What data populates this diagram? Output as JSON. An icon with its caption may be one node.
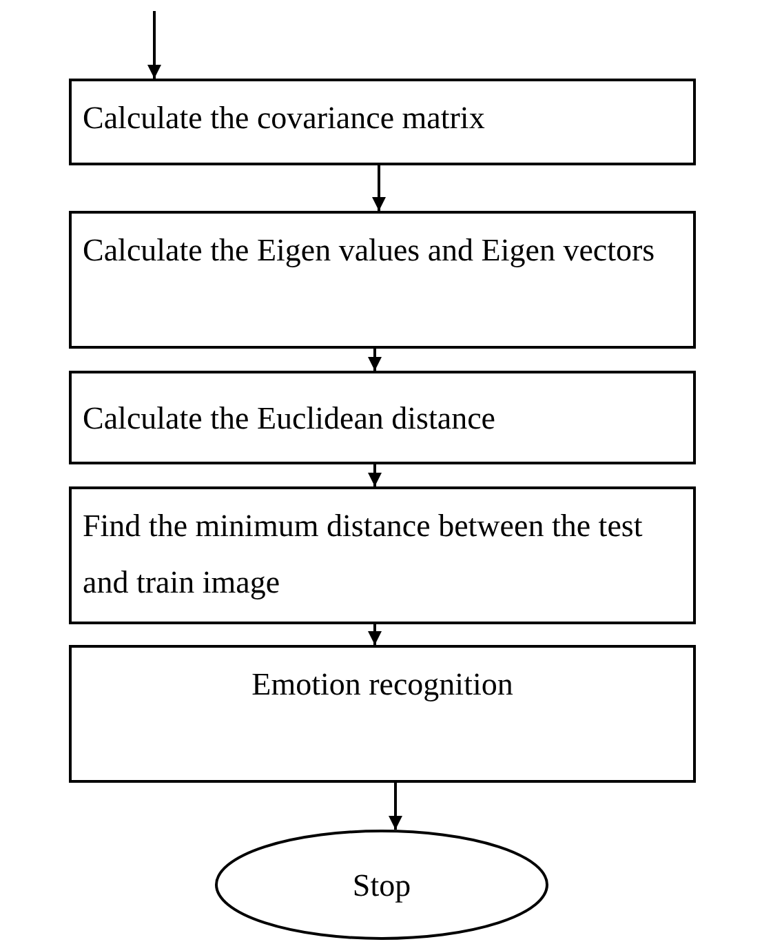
{
  "diagram": {
    "nodes": [
      {
        "text": [
          "Calculate the covariance matrix"
        ]
      },
      {
        "text": [
          "Calculate the Eigen values and Eigen vectors"
        ]
      },
      {
        "text": [
          "Calculate the Euclidean distance"
        ]
      },
      {
        "text": [
          "Find the minimum distance between the test and train image"
        ]
      },
      {
        "text": [
          "Emotion recognition"
        ]
      },
      {
        "text": [
          "Stop"
        ]
      }
    ],
    "edges": [
      {
        "from": null,
        "to": 0,
        "arrow": "to"
      },
      {
        "from": 0,
        "to": 1,
        "arrow": "to"
      },
      {
        "from": 1,
        "to": 2,
        "arrow": "to"
      },
      {
        "from": 2,
        "to": 3,
        "arrow": "to"
      },
      {
        "from": 3,
        "to": 4,
        "arrow": "to"
      },
      {
        "from": 4,
        "to": 5,
        "arrow": "to"
      }
    ]
  }
}
